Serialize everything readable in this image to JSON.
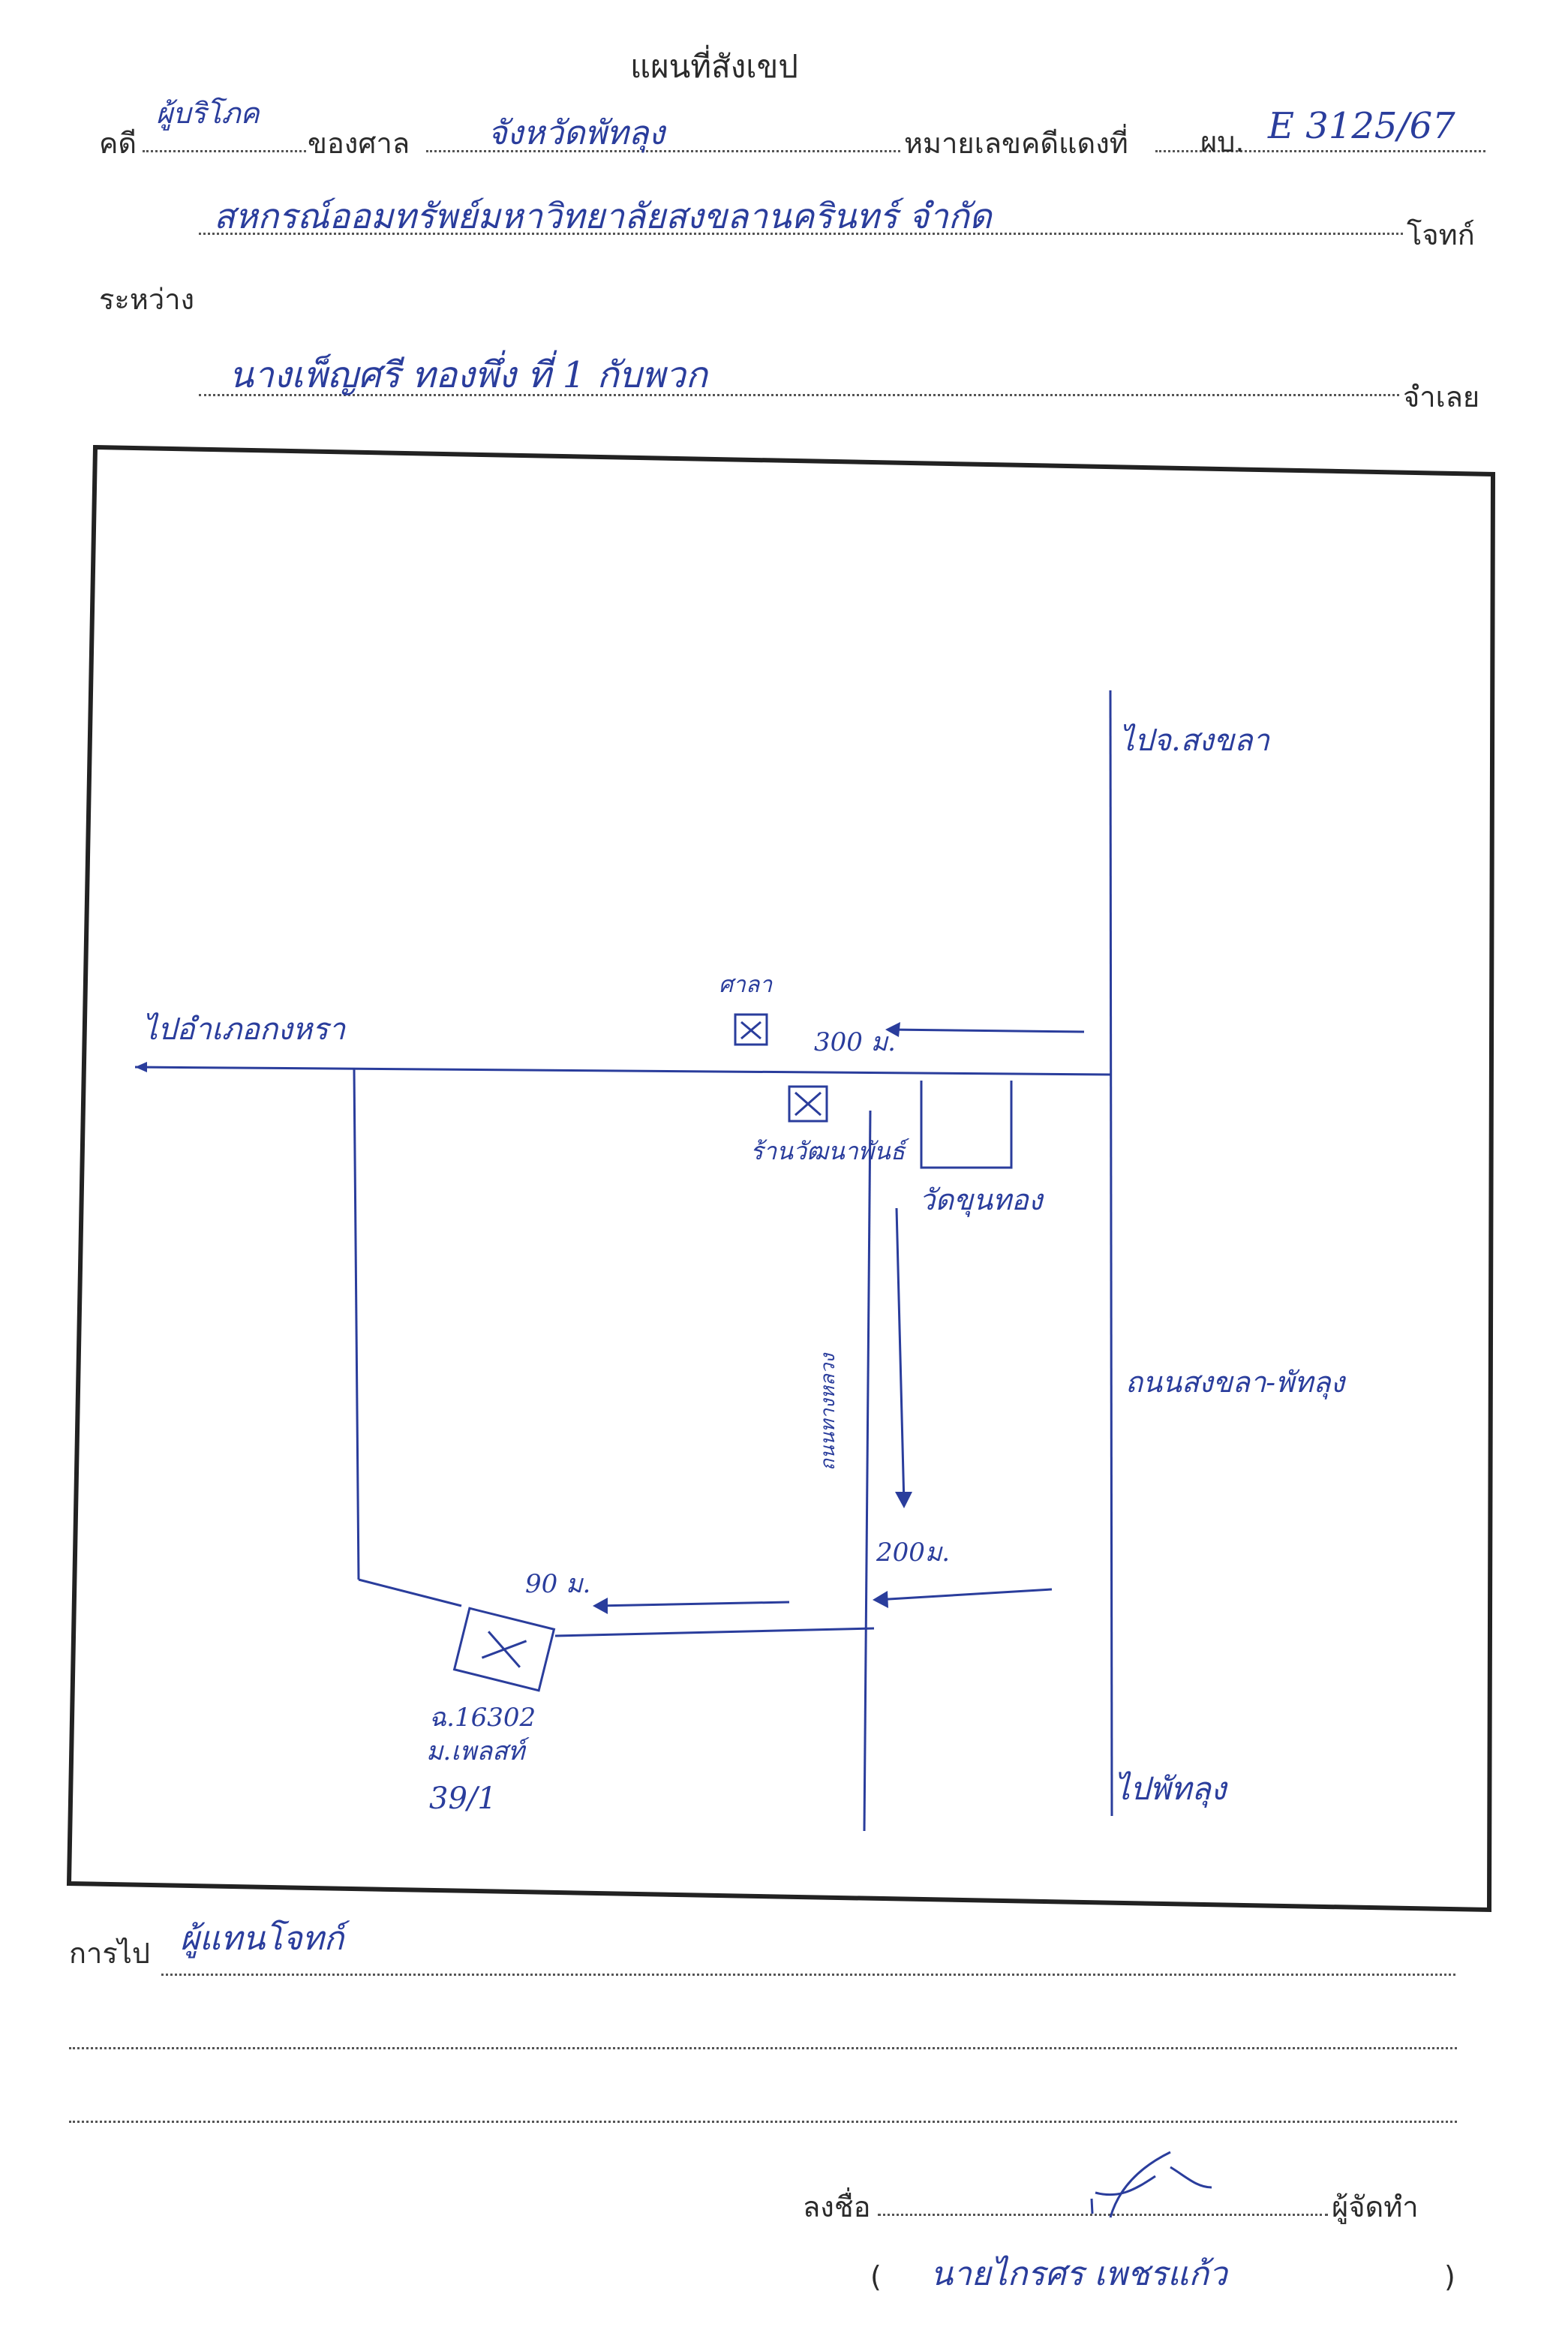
{
  "form": {
    "title": "แผนที่สังเขป",
    "case_label": "คดี",
    "court_label": "ของศาล",
    "red_case_label": "หมายเลขคดีแดงที่",
    "plaintiff_label": "โจทก์",
    "between_label": "ระหว่าง",
    "defendant_label": "จำเลย",
    "directions_label": "การไป",
    "sign_label": "ลงชื่อ",
    "preparer_label": "ผู้จัดทำ",
    "paren_open": "(",
    "paren_close": ")"
  },
  "filled": {
    "case_type": "ผู้บริโภค",
    "court": "จังหวัดพัทลุง",
    "red_case_prefix": "ผบ.",
    "red_case_number": "E 3125/67",
    "plaintiff": "สหกรณ์ออมทรัพย์มหาวิทยาลัยสงขลานครินทร์ จำกัด",
    "defendant": "นางเพ็ญศรี ทองพึ่ง ที่ 1 กับพวก",
    "directions": "ผู้แทนโจทก์",
    "preparer_name": "นายไกรศร เพชรแก้ว"
  },
  "map": {
    "to_songkhla": "ไปจ.สงขลา",
    "to_kuan_khanun": "ไปอำเภอกงหรา",
    "wat_label": "ศาลา",
    "distance_300": "300 ม.",
    "shop_label": "ร้านวัฒนาพันธ์",
    "wat_khun_thong": "วัดขุนทอง",
    "road_side": "ถนนทางหลวง",
    "highway_label": "ถนนสงขลา-พัทลุง",
    "distance_200": "200ม.",
    "distance_90": "90 ม.",
    "plot_line1": "ฉ.16302",
    "plot_line2": "ม.เพลสท์",
    "plot_line3": "39/1",
    "to_phattalung": "ไปพัทลุง"
  },
  "colors": {
    "ink": "#2a3d9c",
    "print": "#2b2b2b",
    "frame": "#222222"
  }
}
